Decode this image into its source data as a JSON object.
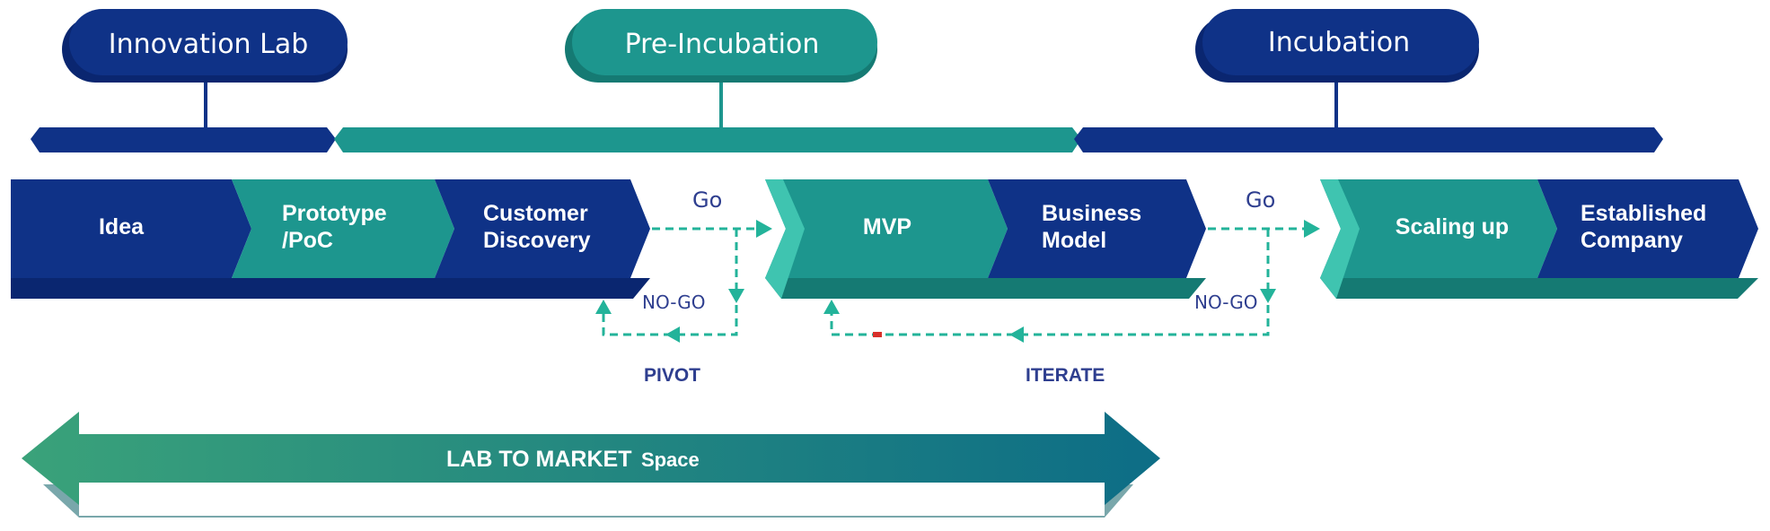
{
  "colors": {
    "navy": "#0f3287",
    "navy_dark": "#0a2670",
    "teal": "#1d968e",
    "teal_dark": "#157a73",
    "teal_light": "#3fc4b0",
    "dash": "#23b39a",
    "label_blue": "#2e3e8f",
    "band_start": "#3aa27a",
    "band_end": "#0d6d86"
  },
  "phases": [
    {
      "label": "Innovation Lab",
      "color": "navy"
    },
    {
      "label": "Pre-Incubation",
      "color": "teal"
    },
    {
      "label": "Incubation",
      "color": "navy"
    }
  ],
  "stages": [
    {
      "lines": [
        "Idea"
      ],
      "color": "navy"
    },
    {
      "lines": [
        "Prototype",
        "/PoC"
      ],
      "color": "teal"
    },
    {
      "lines": [
        "Customer",
        "Discovery"
      ],
      "color": "navy"
    },
    {
      "lines": [
        "MVP"
      ],
      "color": "teal"
    },
    {
      "lines": [
        "Business",
        "Model"
      ],
      "color": "navy"
    },
    {
      "lines": [
        "Scaling up"
      ],
      "color": "teal"
    },
    {
      "lines": [
        "Established",
        "Company"
      ],
      "color": "navy"
    }
  ],
  "decisions": [
    {
      "go_label": "Go",
      "nogo_label": "NO-GO",
      "action_label": "PIVOT",
      "action_icon": "dashed-loop-arrow-icon"
    },
    {
      "go_label": "Go",
      "nogo_label": "NO-GO",
      "action_label": "ITERATE",
      "action_icon": "dashed-loop-arrow-icon"
    }
  ],
  "band": {
    "main": "LAB TO MARKET",
    "suffix": "Space",
    "icon": "double-headed-arrow-icon"
  }
}
